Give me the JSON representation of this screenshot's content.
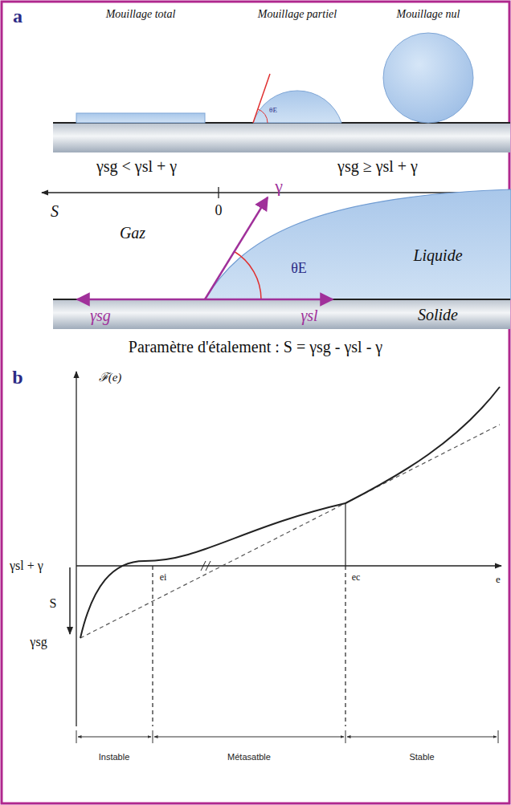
{
  "diagram": {
    "labels": [
      "a",
      "Mouillage total",
      "Mouillage partiel",
      "Mouillage nul",
      "θE",
      "γsg < γsl + γ",
      "γsg ≥ γsl + γ",
      "S",
      "0",
      "γ",
      "Gaz",
      "θE",
      "Liquide",
      "γsg",
      "γsl",
      "Solide",
      "Paramètre d'étalement : S = γsg - γsl - γ",
      "b",
      "ℱ(e)",
      "γsl + γ",
      "S",
      "γsg",
      "ei",
      "ec",
      "e",
      "Instable",
      "Métasatble",
      "Stable"
    ]
  }
}
